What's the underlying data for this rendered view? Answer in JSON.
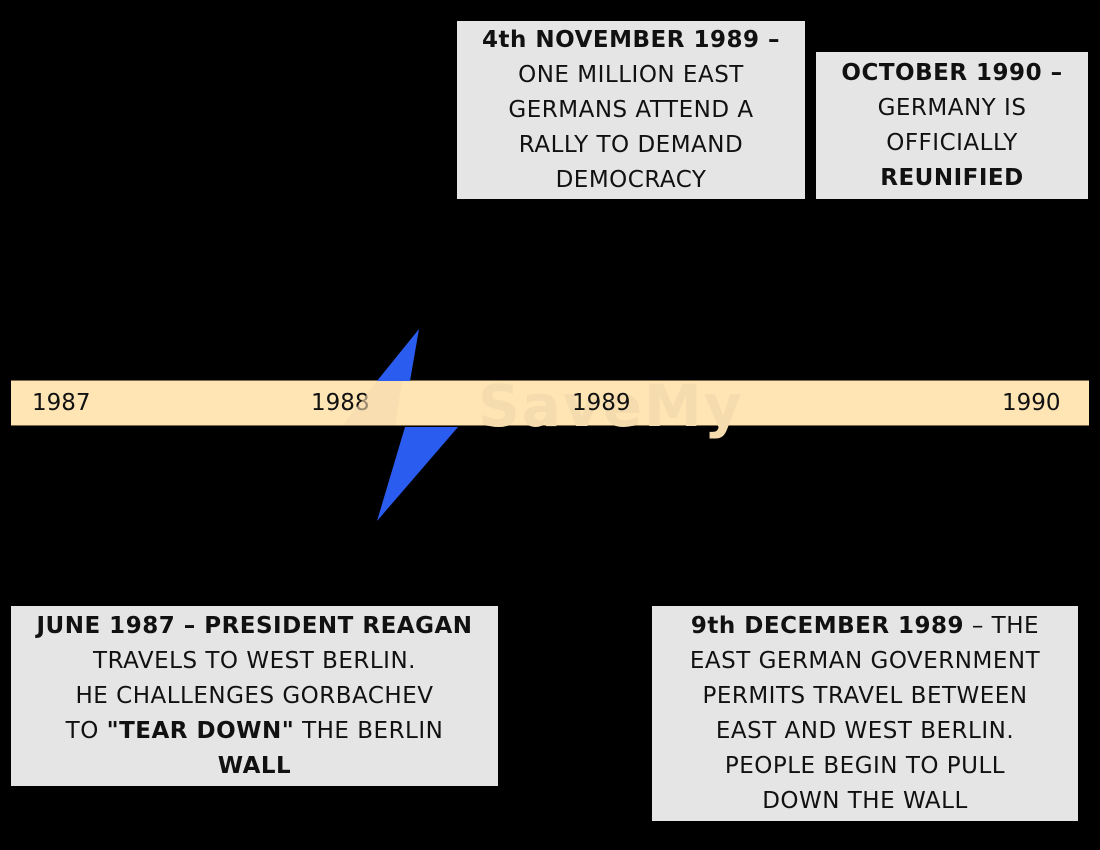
{
  "colors": {
    "background": "#000000",
    "box_fill": "#e5e5e5",
    "timeline_fill": "#ffe5b4",
    "bolt": "#2b5cf0",
    "watermark": "#f5dcae"
  },
  "timeline": {
    "years": [
      "1987",
      "1988",
      "1989",
      "1990"
    ],
    "watermark": "SaveMy"
  },
  "events": {
    "nov_1989": {
      "bold": "4th NOVEMBER 1989 –",
      "lines": [
        "ONE MILLION EAST",
        "GERMANS ATTEND A",
        "RALLY TO DEMAND",
        "DEMOCRACY"
      ]
    },
    "oct_1990": {
      "bold": "OCTOBER 1990 –",
      "lines": [
        "GERMANY IS",
        "OFFICIALLY"
      ],
      "bold_end": "REUNIFIED"
    },
    "jun_1987": {
      "bold": "JUNE 1987 – PRESIDENT REAGAN",
      "lines": [
        "TRAVELS TO WEST BERLIN.",
        "HE CHALLENGES GORBACHEV"
      ],
      "line4_pre": "TO ",
      "line4_bold": "\"TEAR DOWN\"",
      "line4_post": " THE BERLIN",
      "line5": "WALL"
    },
    "dec_1989": {
      "bold": "9th DECEMBER 1989",
      "bold_suffix": " – THE",
      "lines": [
        "EAST GERMAN GOVERNMENT",
        "PERMITS TRAVEL BETWEEN",
        "EAST AND WEST BERLIN.",
        "PEOPLE BEGIN TO PULL",
        "DOWN THE WALL"
      ]
    }
  },
  "icons": {
    "bolt": "time-break-lightning-icon"
  }
}
